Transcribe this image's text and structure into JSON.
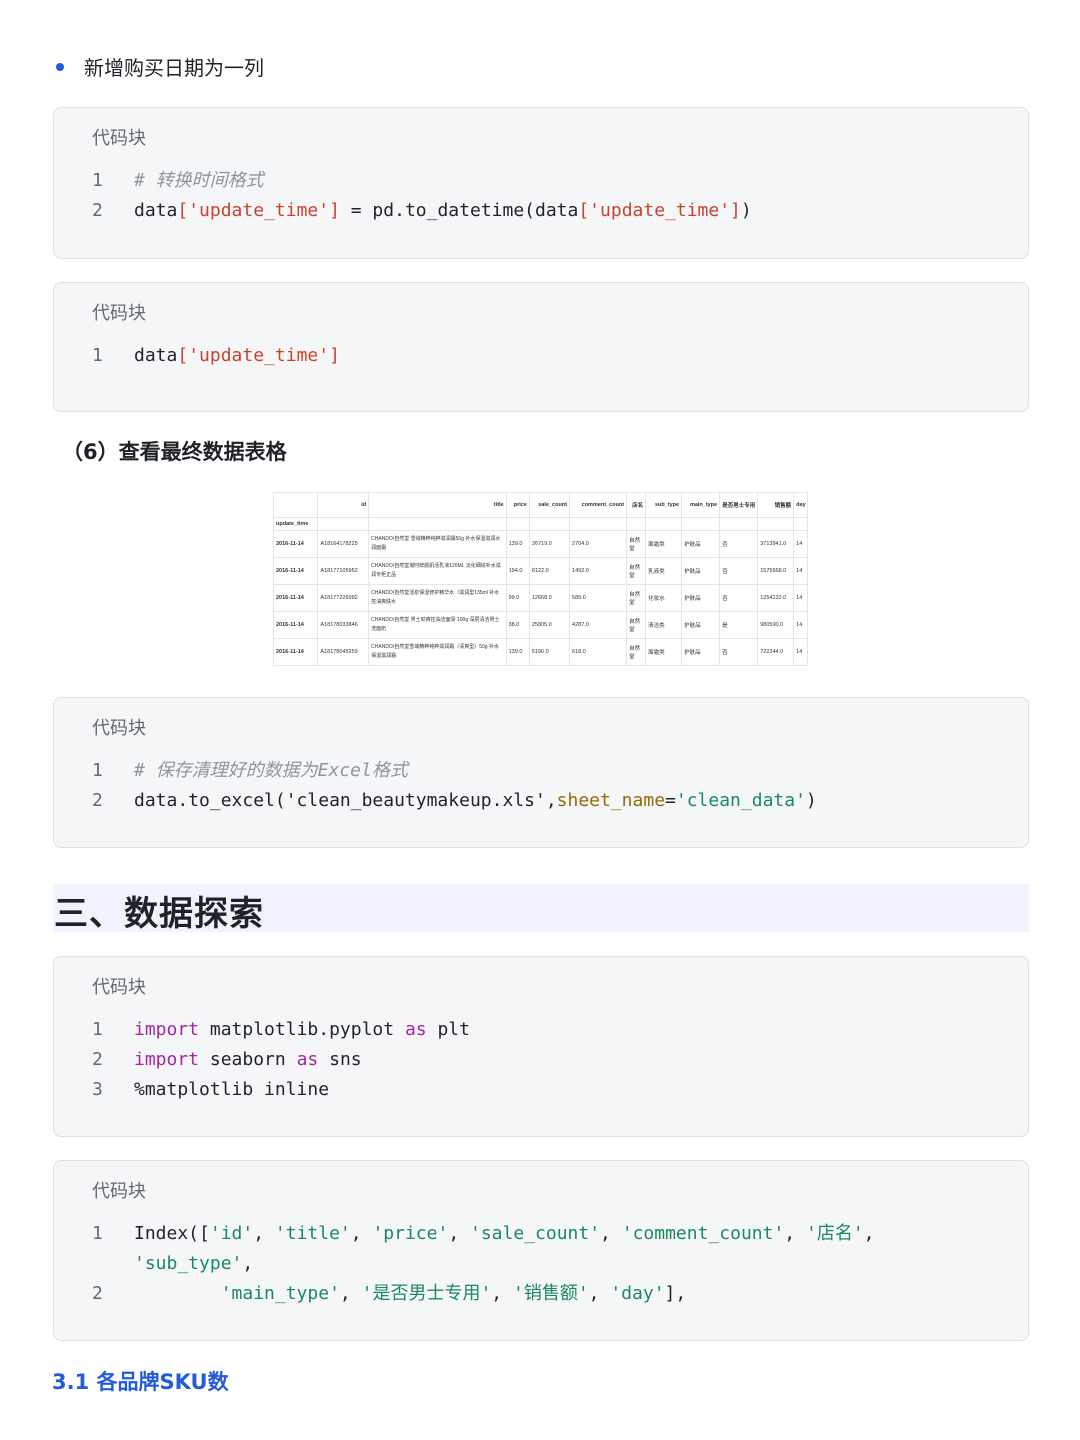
{
  "bullet": "新增购买日期为一列",
  "code_label": "代码块",
  "block1": {
    "l1_num": "1",
    "l1_comment": "# 转换时间格式",
    "l2_num": "2",
    "l2_a": "data",
    "l2_b": "['update_time']",
    "l2_c": " = pd.to_datetime(data",
    "l2_d": "['update_time']",
    "l2_e": ")"
  },
  "block2": {
    "l1_num": "1",
    "l1_a": "data",
    "l1_b": "['update_time']"
  },
  "section_6_title": "（6）查看最终数据表格",
  "dataframe": {
    "columns": [
      "id",
      "title",
      "price",
      "sale_count",
      "comment_count",
      "店名",
      "sub_type",
      "main_type",
      "是否男士专用",
      "销售额",
      "day"
    ],
    "index_name": "update_time",
    "rows": [
      [
        "2016-11-14",
        "A18164178225",
        "CHANDO/自然堂 雪域精粹纯粹滋润霜50g 补水保湿滋润水润面霜",
        "139.0",
        "26719.0",
        "2704.0",
        "自然堂",
        "面霜类",
        "护肤品",
        "否",
        "3713941.0",
        "14"
      ],
      [
        "2016-11-14",
        "A18177105952",
        "CHANDO/自然堂凝时鲜颜肌活乳液120ML 淡化细纹补水滋润专柜正品",
        "194.0",
        "8122.0",
        "1492.0",
        "自然堂",
        "乳液类",
        "护肤品",
        "否",
        "1575668.0",
        "14"
      ],
      [
        "2016-11-14",
        "A18177226992",
        "CHANDO/自然堂活泉保湿修护精华水（滋润型135ml 补水控油爽肤水",
        "99.0",
        "12668.0",
        "589.0",
        "自然堂",
        "化妆水",
        "护肤品",
        "否",
        "1254132.0",
        "14"
      ],
      [
        "2016-11-14",
        "A18178033846",
        "CHANDO/自然堂 男士劲爽控油洁面膏 100g 深层清洁男士洗面奶",
        "38.0",
        "25805.0",
        "4287.0",
        "自然堂",
        "清洁类",
        "护肤品",
        "是",
        "980590.0",
        "14"
      ],
      [
        "2016-11-14",
        "A18178045259",
        "CHANDO/自然堂雪域精粹纯粹滋润霜（清爽型）50g 补水保湿滋润霜",
        "139.0",
        "5196.0",
        "618.0",
        "自然堂",
        "面霜类",
        "护肤品",
        "否",
        "722244.0",
        "14"
      ]
    ]
  },
  "block3": {
    "l1_num": "1",
    "l1_comment": "# 保存清理好的数据为Excel格式",
    "l2_num": "2",
    "l2_a": "data.to_excel(",
    "l2_b": "'clean_beautymakeup.xls'",
    "l2_c": ",",
    "l2_d": "sheet_name",
    "l2_e": "=",
    "l2_f": "'clean_data'",
    "l2_g": ")"
  },
  "section_3_title": "三、数据探索",
  "block4": {
    "l1_num": "1",
    "l1_kw": "import",
    "l1_rest": " matplotlib.pyplot ",
    "l1_as": "as",
    "l1_end": " plt",
    "l2_num": "2",
    "l2_kw": "import",
    "l2_rest": " seaborn ",
    "l2_as": "as",
    "l2_end": " sns",
    "l3_num": "3",
    "l3": "%matplotlib inline"
  },
  "block5": {
    "l1_num": "1",
    "l1_a": "Index([",
    "s1": "'id'",
    "s2": "'title'",
    "s3": "'price'",
    "s4": "'sale_count'",
    "s5": "'comment_count'",
    "s6": "'店名'",
    "wrap": "'sub_type'",
    "l2_num": "2",
    "s7": "'main_type'",
    "s8": "'是否男士专用'",
    "s9": "'销售额'",
    "s10": "'day'",
    "l2_end": "],"
  },
  "section_31_title": "3.1 各品牌SKU数"
}
